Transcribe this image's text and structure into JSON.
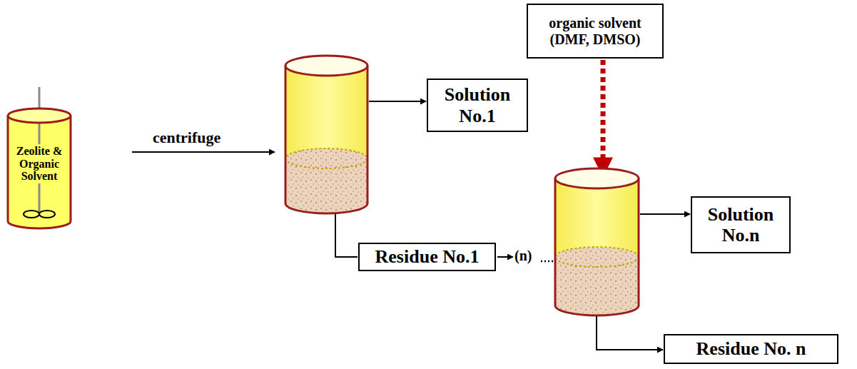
{
  "diagram": {
    "nodes": [
      {
        "text": [
          "Zeolite & Organic Solvent"
        ]
      },
      {
        "text": [
          "Solution No.1"
        ]
      },
      {
        "text": [
          "Residue No.1"
        ]
      },
      {
        "text": [
          "organic solvent (DMF, DMSO)"
        ]
      },
      {
        "text": [
          "Solution No.n"
        ]
      },
      {
        "text": [
          "Residue No. n"
        ]
      }
    ],
    "labels": [
      "centrifuge",
      "(n)"
    ]
  }
}
